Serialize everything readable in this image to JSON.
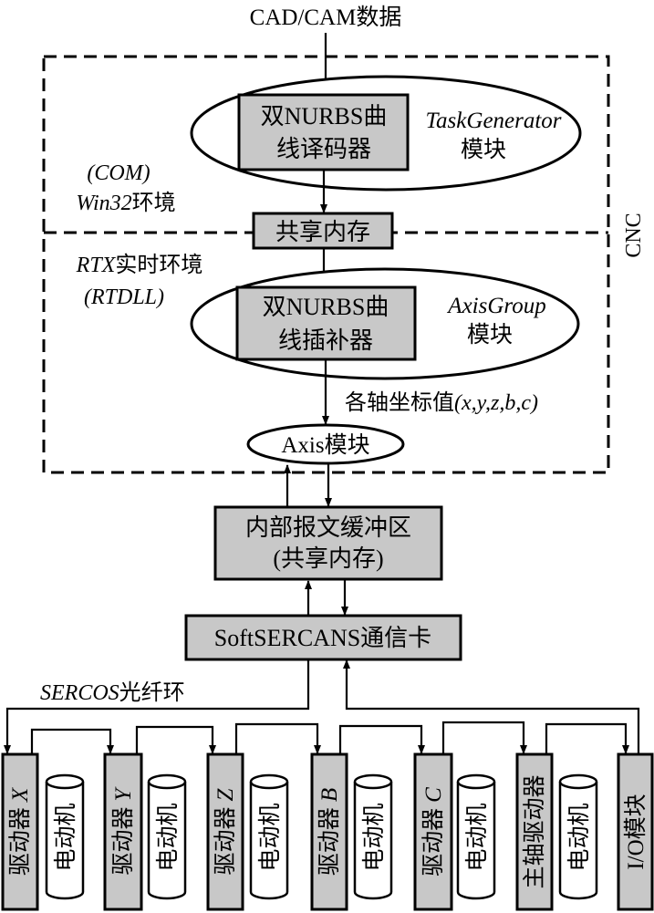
{
  "input_label": "CAD/CAM数据",
  "cnc_label": "CNC",
  "win32_env": {
    "line1": "(COM)",
    "line2_a": "Win32",
    "line2_b": "环境"
  },
  "rtx_env": {
    "line1_a": "RTX",
    "line1_b": "实时环境",
    "line2": "(RTDLL)"
  },
  "decoder": {
    "line1": "双NURBS曲",
    "line2": "线译码器"
  },
  "task_module": {
    "line1": "TaskGenerator",
    "line2": "模块"
  },
  "shared_mem": "共享内存",
  "interpolator": {
    "line1": "双NURBS曲",
    "line2": "线插补器"
  },
  "axisgroup_module": {
    "line1": "AxisGroup",
    "line2": "模块"
  },
  "coord_label": {
    "a": "各轴坐标值",
    "b": "(x,y,z,b,c)"
  },
  "axis_module": "Axis模块",
  "buffer": {
    "line1": "内部报文缓冲区",
    "line2": "(共享内存)"
  },
  "comm_card": "SoftSERCANS通信卡",
  "fiber_ring": {
    "a": "SERCOS",
    "b": "光纤环"
  },
  "drives": [
    {
      "label": "驱动器",
      "axis": "X"
    },
    {
      "label": "驱动器",
      "axis": "Y"
    },
    {
      "label": "驱动器",
      "axis": "Z"
    },
    {
      "label": "驱动器",
      "axis": "B"
    },
    {
      "label": "驱动器",
      "axis": "C"
    },
    {
      "label": "主轴驱动器",
      "axis": ""
    },
    {
      "label": "I/O模块",
      "axis": ""
    }
  ],
  "motor_label": "电动机"
}
